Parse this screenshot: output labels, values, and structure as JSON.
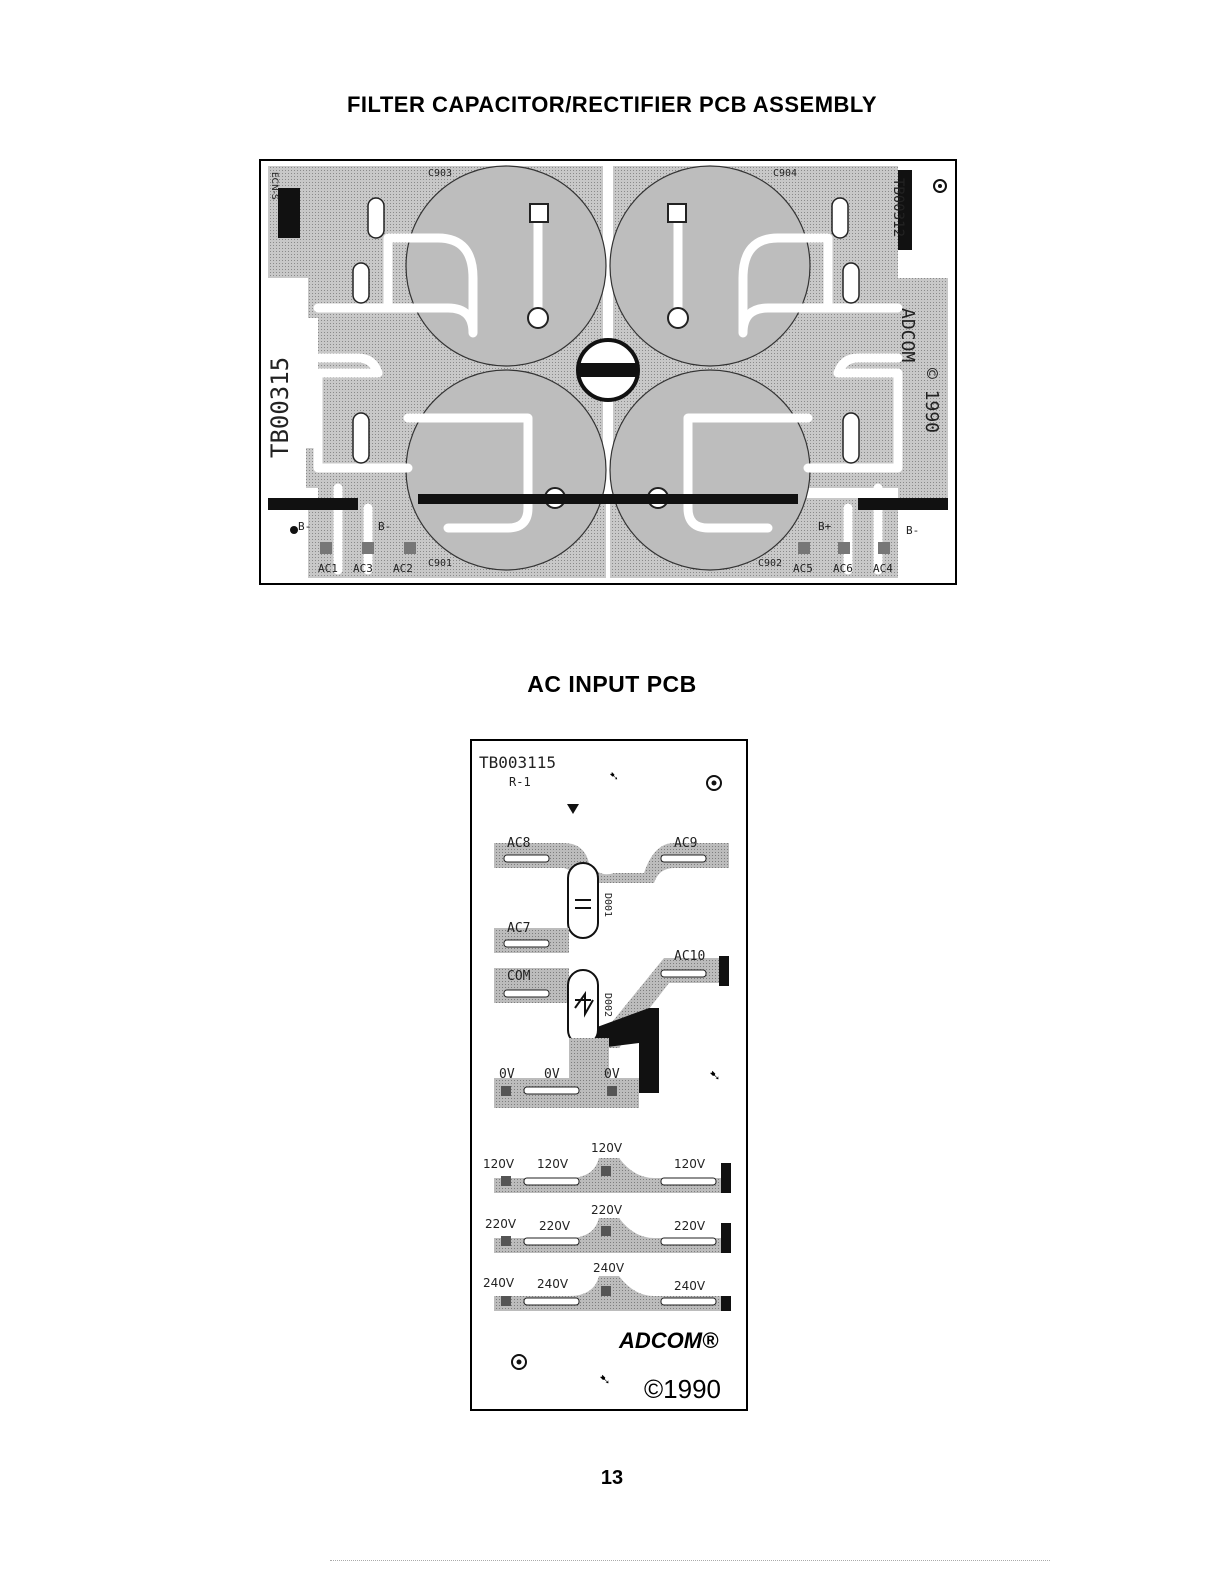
{
  "page": {
    "title_top": "FILTER CAPACITOR/RECTIFIER PCB ASSEMBLY",
    "title_bottom": "AC INPUT PCB",
    "page_number": "13"
  },
  "pcb_filter": {
    "part_number": "TB00315",
    "part_number_right": "TB00312",
    "rev": "ECN-S",
    "brand": "ADCOM",
    "copyright": "© 1990",
    "cap_labels": [
      "C903",
      "C904",
      "C901",
      "C902"
    ],
    "bottom_labels": [
      "AC1",
      "AC3",
      "AC2",
      "AC5",
      "AC6",
      "AC4"
    ],
    "polarity": [
      "B-",
      "B-",
      "B-",
      "B+"
    ],
    "colors": {
      "trace": "#bdbdbd",
      "copper": "#111111",
      "board": "#ffffff"
    }
  },
  "pcb_ac": {
    "part_number": "TB003115",
    "rev": "R-1",
    "pads": {
      "ac8": "AC8",
      "ac9": "AC9",
      "ac7": "AC7",
      "com": "COM",
      "ac10": "AC10",
      "d001": "D001",
      "d002": "D002",
      "v0": [
        "0V",
        "0V",
        "0V"
      ],
      "v120": [
        "120V",
        "120V",
        "120V",
        "120V"
      ],
      "v220": [
        "220V",
        "220V",
        "220V",
        "220V"
      ],
      "v240": [
        "240V",
        "240V",
        "240V",
        "240V"
      ]
    },
    "brand": "ADCOM®",
    "copyright": "©1990",
    "colors": {
      "trace": "#b5b5b5",
      "copper": "#111111"
    }
  }
}
